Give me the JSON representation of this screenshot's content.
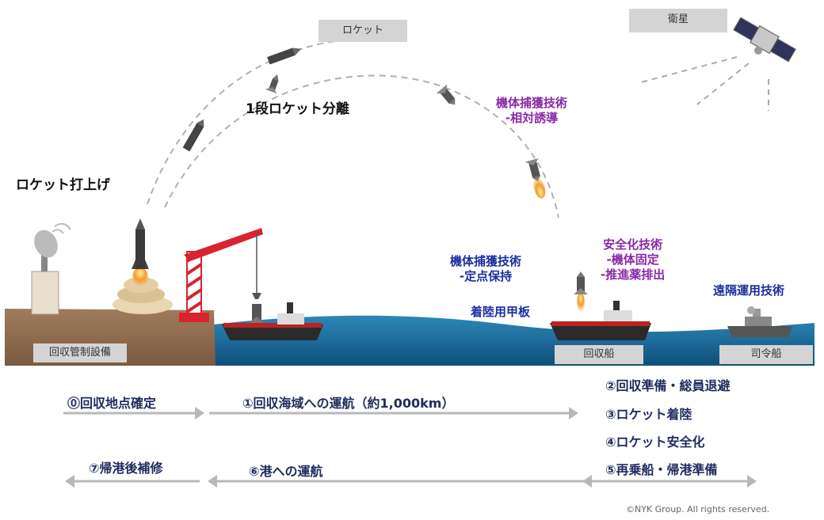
{
  "labels": {
    "rocket_box": "ロケット",
    "satellite_box": "衛星",
    "stage_separation": "1段ロケット分離",
    "launch": "ロケット打上げ",
    "capture_relative": [
      "機体捕獲技術",
      "-相対誘導"
    ],
    "capture_station": [
      "機体捕獲技術",
      "-定点保持"
    ],
    "safety": [
      "安全化技術",
      "-機体固定",
      "-推進薬排出"
    ],
    "remote_ops": "遠隔運用技術",
    "landing_deck": "着陸用甲板",
    "recovery_facility": "回収管制設備",
    "recovery_ship": "回収船",
    "command_ship": "司令船"
  },
  "steps": {
    "s0": "⓪回収地点確定",
    "s1": "①回収海域への運航（約1,000km）",
    "s2": "②回収準備・総員退避",
    "s3": "③ロケット着陸",
    "s4": "④ロケット安全化",
    "s5": "⑤再乗船・帰港準備",
    "s6": "⑥港への運航",
    "s7": "⑦帰港後補修"
  },
  "copyright": "©NYK Group. All rights reserved.",
  "colors": {
    "sea": "#1b6fa0",
    "ground": "#8a6a4e",
    "crane": "#d9232e",
    "arrow": "#b8b8b8",
    "tech_blue": "#1a2fa0",
    "tech_purple": "#8a2aa8"
  }
}
